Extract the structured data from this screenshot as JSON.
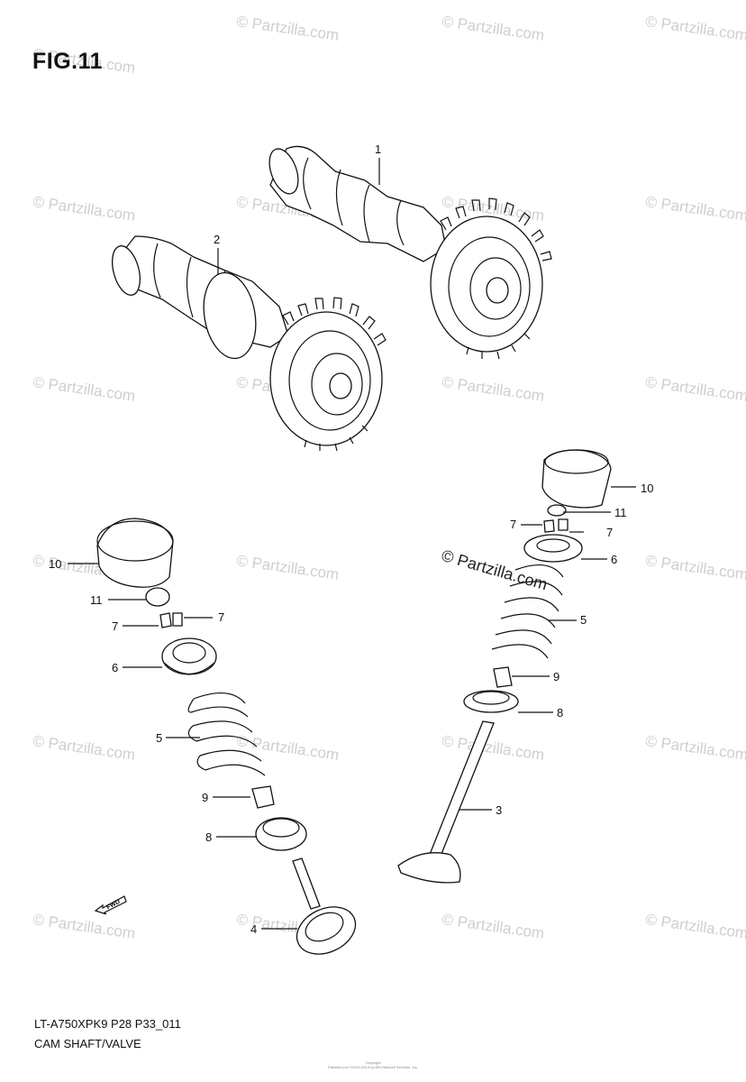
{
  "figure": {
    "title": "FIG.11",
    "model_code": "LT-A750XPK9 P28 P33_011",
    "caption": "CAM SHAFT/VALVE"
  },
  "watermark": {
    "text": "© Partzilla.com",
    "center_text": "© Partzilla.com"
  },
  "copyright_line1": "Copyright",
  "copyright_line2": "Partzilla.com ©2004-2019 by ARI Network Services, Inc.",
  "fwd_label": "FWD",
  "callouts": {
    "c1": "1",
    "c2": "2",
    "c3": "3",
    "c4": "4",
    "c5a": "5",
    "c5b": "5",
    "c6a": "6",
    "c6b": "6",
    "c7a": "7",
    "c7b": "7",
    "c7c": "7",
    "c7d": "7",
    "c8a": "8",
    "c8b": "8",
    "c9a": "9",
    "c9b": "9",
    "c10a": "10",
    "c10b": "10",
    "c11a": "11",
    "c11b": "11"
  }
}
